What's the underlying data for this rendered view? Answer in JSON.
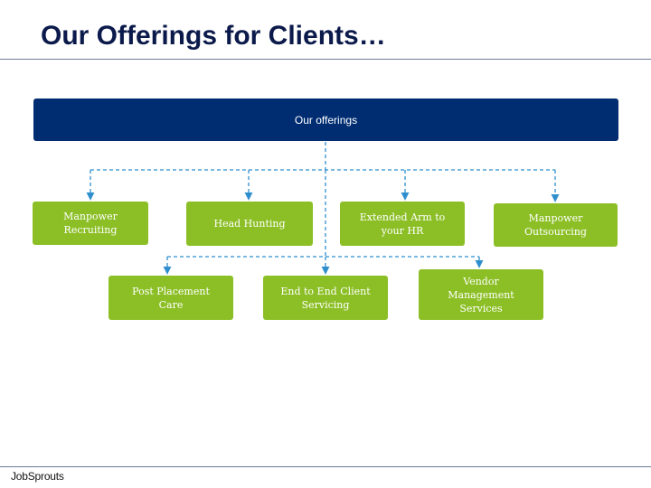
{
  "slide": {
    "title": "Our Offerings for Clients…",
    "footer_brand": "JobSprouts"
  },
  "diagram": {
    "root": {
      "label": "Our offerings"
    },
    "nodes": [
      {
        "id": "manpower-recruiting",
        "label": "Manpower\nRecruiting"
      },
      {
        "id": "head-hunting",
        "label": "Head Hunting"
      },
      {
        "id": "extended-arm",
        "label": "Extended Arm to\nyour HR"
      },
      {
        "id": "manpower-outsourcing",
        "label": "Manpower\nOutsourcing"
      },
      {
        "id": "post-placement-care",
        "label": "Post Placement\nCare"
      },
      {
        "id": "end-to-end-client-servicing",
        "label": "End to End Client\nServicing"
      },
      {
        "id": "vendor-management-services",
        "label": "Vendor\nManagement\nServices"
      }
    ],
    "connections": [
      {
        "from": "Our offerings",
        "to": "Manpower Recruiting"
      },
      {
        "from": "Our offerings",
        "to": "Head Hunting"
      },
      {
        "from": "Our offerings",
        "to": "Extended Arm to your HR"
      },
      {
        "from": "Our offerings",
        "to": "Manpower Outsourcing"
      },
      {
        "from": "Our offerings",
        "to": "Post Placement Care"
      },
      {
        "from": "Our offerings",
        "to": "End to End Client Servicing"
      },
      {
        "from": "Our offerings",
        "to": "Vendor Management Services"
      }
    ],
    "colors": {
      "root_fill": "#002d72",
      "node_fill": "#8cbf26",
      "connector": "#2f8fce",
      "title_text": "#0b1a4a"
    }
  }
}
